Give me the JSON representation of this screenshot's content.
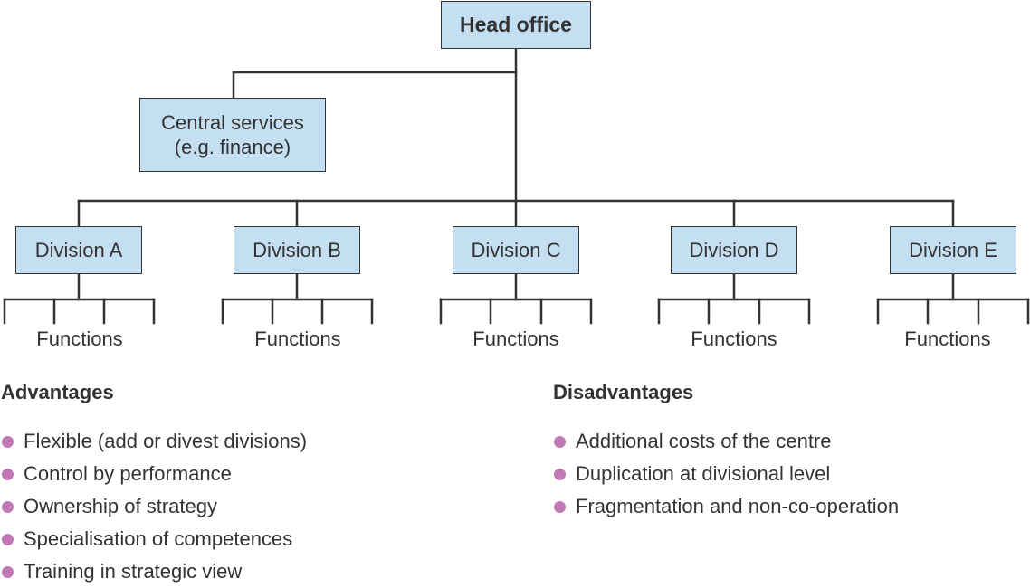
{
  "colors": {
    "box_fill": "#c5dff2",
    "line": "#333333",
    "bullet": "#c179b6",
    "text": "#333333"
  },
  "org_chart": {
    "head": "Head office",
    "central_services": {
      "line1": "Central services",
      "line2": "(e.g. finance)"
    },
    "divisions": [
      "Division A",
      "Division B",
      "Division C",
      "Division D",
      "Division E"
    ],
    "functions_label": "Functions"
  },
  "advantages": {
    "title": "Advantages",
    "items": [
      "Flexible (add or divest divisions)",
      "Control by performance",
      "Ownership of strategy",
      "Specialisation of competences",
      "Training in strategic view"
    ]
  },
  "disadvantages": {
    "title": "Disadvantages",
    "items": [
      "Additional costs of the centre",
      "Duplication at divisional level",
      "Fragmentation and non-co-operation"
    ]
  }
}
